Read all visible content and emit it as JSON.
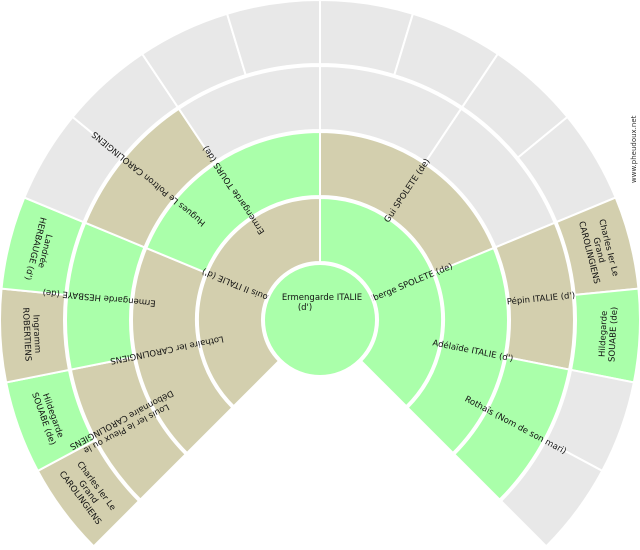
{
  "colors": {
    "male": "#d3cfae",
    "female": "#aaffaa",
    "empty": "#e8e8e8"
  },
  "watermark": "www.pheudoux.net",
  "root": {
    "name": "Ermengarde ITALIE",
    "name2": "(d')",
    "sex": "F"
  },
  "generations": [
    [
      {
        "lines": [
          "Louis II ITALIE (d')"
        ],
        "sex": "M"
      },
      {
        "lines": [
          "Ingelberge SPOLETE (de)"
        ],
        "sex": "F"
      }
    ],
    [
      {
        "lines": [
          "Lothaire Ier CAROLINGIENS"
        ],
        "sex": "M"
      },
      {
        "lines": [
          "Ermengarde TOURS (de)"
        ],
        "sex": "F"
      },
      {
        "lines": [
          "Gui SPOLETE (de)"
        ],
        "sex": "M"
      },
      {
        "lines": [
          "Adélaïde ITALIE (d')"
        ],
        "sex": "F"
      }
    ],
    [
      {
        "lines": [
          "Louis Ier le Pieux ou le",
          "Débonnaire CAROLINGIENS"
        ],
        "sex": "M"
      },
      {
        "lines": [
          "Ermengarde HESBAYE (de)"
        ],
        "sex": "F"
      },
      {
        "lines": [
          "Hugues Le Poltron CAROLINGIENS"
        ],
        "sex": "M"
      },
      {
        "lines": [],
        "sex": "U"
      },
      {
        "lines": [],
        "sex": "U"
      },
      {
        "lines": [],
        "sex": "U"
      },
      {
        "lines": [
          "Pépin ITALIE (d')"
        ],
        "sex": "M"
      },
      {
        "lines": [
          "Rothaïs (Nom de son mari)"
        ],
        "sex": "F"
      }
    ],
    [
      {
        "lines": [
          "Charles Ier Le",
          "Grand",
          "CAROLINGIENS"
        ],
        "sex": "M"
      },
      {
        "lines": [
          "Hildegarde",
          "SOUABE (de)"
        ],
        "sex": "F"
      },
      {
        "lines": [
          "Ingramm",
          "ROBERTIENS"
        ],
        "sex": "M"
      },
      {
        "lines": [
          "Landrée",
          "HERBAUGE (d')"
        ],
        "sex": "F"
      },
      {
        "lines": [],
        "sex": "U"
      },
      {
        "lines": [],
        "sex": "U"
      },
      {
        "lines": [],
        "sex": "U"
      },
      {
        "lines": [],
        "sex": "U"
      },
      {
        "lines": [],
        "sex": "U"
      },
      {
        "lines": [],
        "sex": "U"
      },
      {
        "lines": [],
        "sex": "U"
      },
      {
        "lines": [],
        "sex": "U"
      },
      {
        "lines": [
          "Charles Ier Le",
          "Grand",
          "CAROLINGIENS"
        ],
        "sex": "M"
      },
      {
        "lines": [
          "Hildegarde",
          "SOUABE (de)"
        ],
        "sex": "F"
      },
      {
        "lines": [],
        "sex": "U"
      },
      {
        "lines": [],
        "sex": "U"
      }
    ]
  ]
}
